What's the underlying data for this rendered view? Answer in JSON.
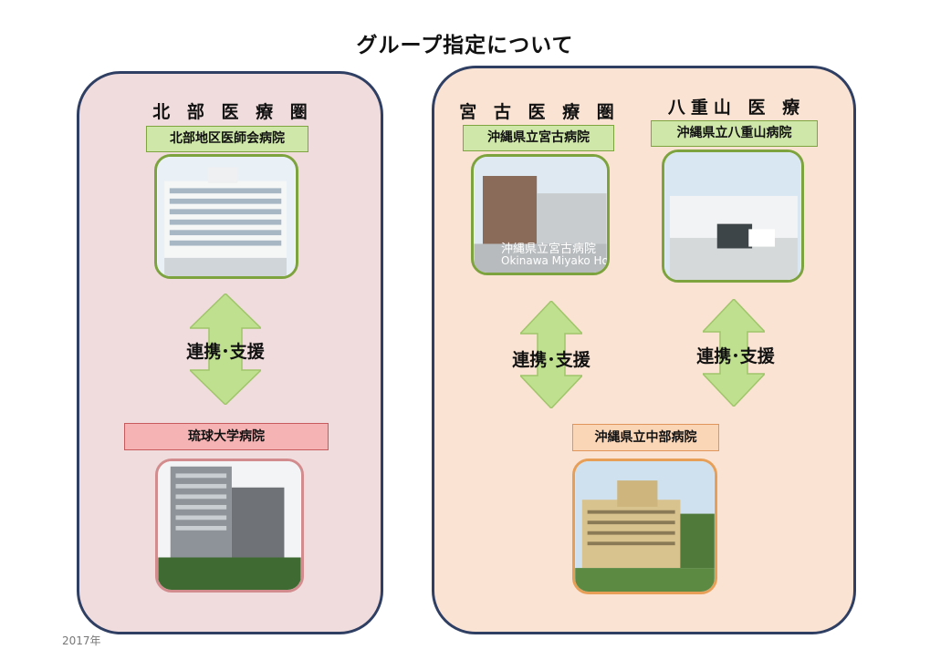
{
  "title": "グループ指定について",
  "left_panel": {
    "region": "北 部 医 療 圏",
    "hospital_top": "北部地区医師会病院",
    "link_label": "連携･支援",
    "hospital_bottom": "琉球大学病院"
  },
  "right_panel": {
    "region_a": "宮 古 医 療 圏",
    "hospital_a": "沖縄県立宮古病院",
    "photo_a_caption_1": "沖縄県立宮古病院",
    "photo_a_caption_2": "Okinawa Miyako Hospit",
    "region_b": "八重山 医 療 圏",
    "hospital_b": "沖縄県立八重山病院",
    "link_label_a": "連携･支援",
    "link_label_b": "連携･支援",
    "hospital_bottom": "沖縄県立中部病院"
  },
  "footer": "2017年",
  "colors": {
    "panel_border": "#2f3f63",
    "left_panel_bg": "#f0dcdc",
    "right_panel_bg": "#fbe3d3",
    "green_label": "#cfe7a8",
    "red_label": "#f6b3b4",
    "orange_label": "#fbd6b6",
    "arrow": "#bfe08f"
  },
  "icons": [
    "double-arrow-icon",
    "hospital-photo"
  ]
}
